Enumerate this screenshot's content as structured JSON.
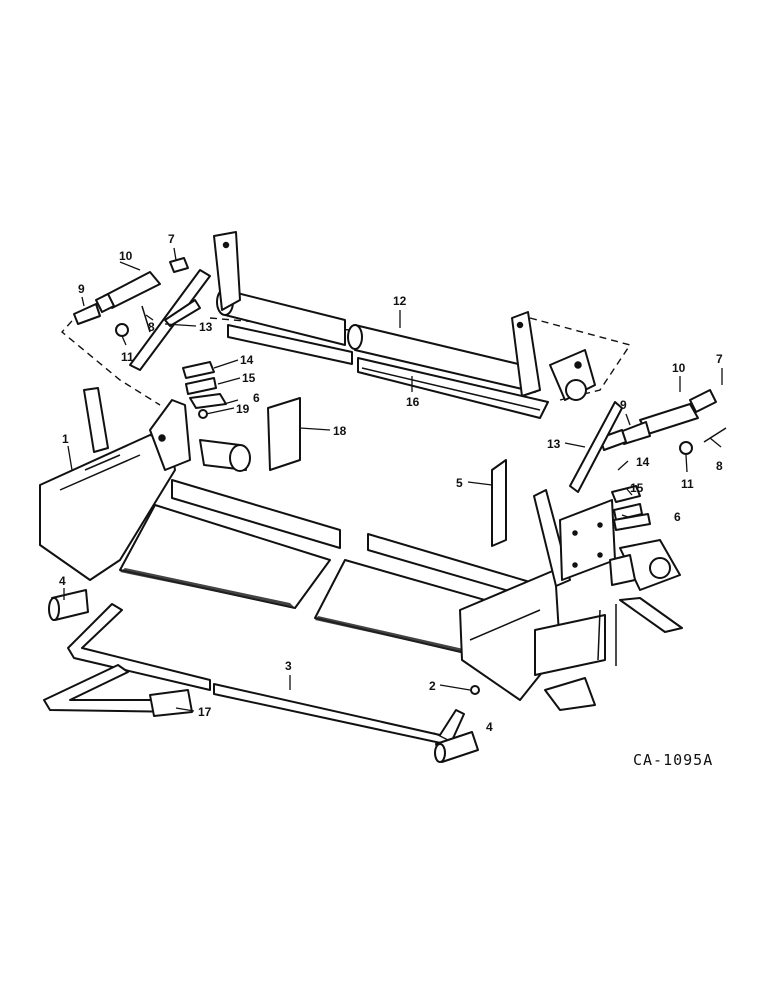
{
  "drawing_code": "CA-1095A",
  "callouts": {
    "c1": "1",
    "c2": "2",
    "c3": "3",
    "c4a": "4",
    "c4b": "4",
    "c5": "5",
    "c6a": "6",
    "c6b": "6",
    "c7a": "7",
    "c7b": "7",
    "c8a": "8",
    "c8b": "8",
    "c9a": "9",
    "c9b": "9",
    "c10a": "10",
    "c10b": "10",
    "c11a": "11",
    "c11b": "11",
    "c12": "12",
    "c13a": "13",
    "c13b": "13",
    "c14a": "14",
    "c14b": "14",
    "c15a": "15",
    "c15b": "15",
    "c16": "16",
    "c17": "17",
    "c18": "18",
    "c19": "19"
  }
}
